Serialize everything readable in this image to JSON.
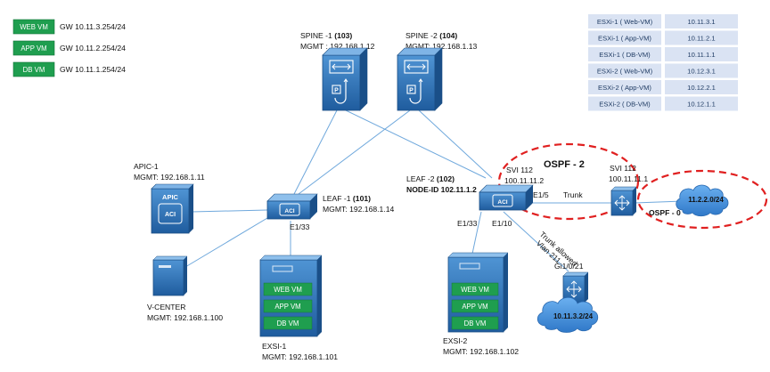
{
  "legend": [
    {
      "badge": "WEB VM",
      "gw": "GW 10.11.3.254/24"
    },
    {
      "badge": "APP VM",
      "gw": "GW 10.11.2.254/24"
    },
    {
      "badge": "DB VM",
      "gw": "GW 10.11.1.254/24"
    }
  ],
  "ip_table": [
    {
      "host": "ESXi-1 ( Web-VM)",
      "ip": "10.11.3.1"
    },
    {
      "host": "ESXi-1 ( App-VM)",
      "ip": "10.11.2.1"
    },
    {
      "host": "ESXi-1 ( DB-VM)",
      "ip": "10.11.1.1"
    },
    {
      "host": "ESXi-2 ( Web-VM)",
      "ip": "10.12.3.1"
    },
    {
      "host": "ESXi-2 ( App-VM)",
      "ip": "10.12.2.1"
    },
    {
      "host": "ESXi-2 ( DB-VM)",
      "ip": "10.12.1.1"
    }
  ],
  "nodes": {
    "spine1": {
      "name": "SPINE -1 ",
      "id": "(103)",
      "mgmt": "MGMT : 192.168.1.12"
    },
    "spine2": {
      "name": "SPINE -2 ",
      "id": "(104)",
      "mgmt": "MGMT: 192.168.1.13"
    },
    "apic": {
      "name": "APIC-1",
      "mgmt": "MGMT: 192.168.1.11",
      "icon_top": "APIC",
      "icon_logo": "ACI"
    },
    "leaf1": {
      "name": "LEAF -1 ",
      "id": "(101)",
      "mgmt": "MGMT: 192.168.1.14",
      "port": "E1/33",
      "icon_logo": "ACI"
    },
    "leaf2": {
      "name": "LEAF -2 ",
      "id": "(102)",
      "node_id": "NODE-ID 102.11.1.2",
      "port_left": "E1/33",
      "port_down": "E1/10",
      "port_right": "E1/5",
      "svi": "SVI 112",
      "svi_ip": "100.11.11.2",
      "icon_logo": "ACI"
    },
    "vcenter": {
      "name": "V-CENTER",
      "mgmt": "MGMT: 192.168.1.100"
    },
    "esxi1": {
      "name": "EXSI-1",
      "mgmt": "MGMT:  192.168.1.101",
      "vms": [
        "WEB VM",
        "APP VM",
        "DB VM"
      ]
    },
    "esxi2": {
      "name": "EXSI-2",
      "mgmt": "MGMT: 192.168.1.102",
      "vms": [
        "WEB VM",
        "APP VM",
        "DB VM"
      ]
    },
    "router1": {
      "svi": "SVI 112",
      "svi_ip": "100.11.11.1"
    },
    "router2": {
      "port": "Gi1/0/21"
    }
  },
  "links": {
    "trunk": "Trunk",
    "trunk_allowed_1": "Trunk allowed",
    "trunk_allowed_2": "Vlan 211"
  },
  "ospf": {
    "area2": "OSPF - 2",
    "area0": "OSPF - 0"
  },
  "clouds": {
    "cloud1": "11.2.2.0/24",
    "cloud2": "10.11.3.2/24"
  },
  "colors": {
    "vm_green": "#1f9e4f",
    "device_blue": "#2e74b5",
    "link_blue": "#6fa8dc",
    "cloud_blue": "#4a90d9",
    "ospf_red": "#e02020",
    "table_fill": "#dae3f3"
  }
}
